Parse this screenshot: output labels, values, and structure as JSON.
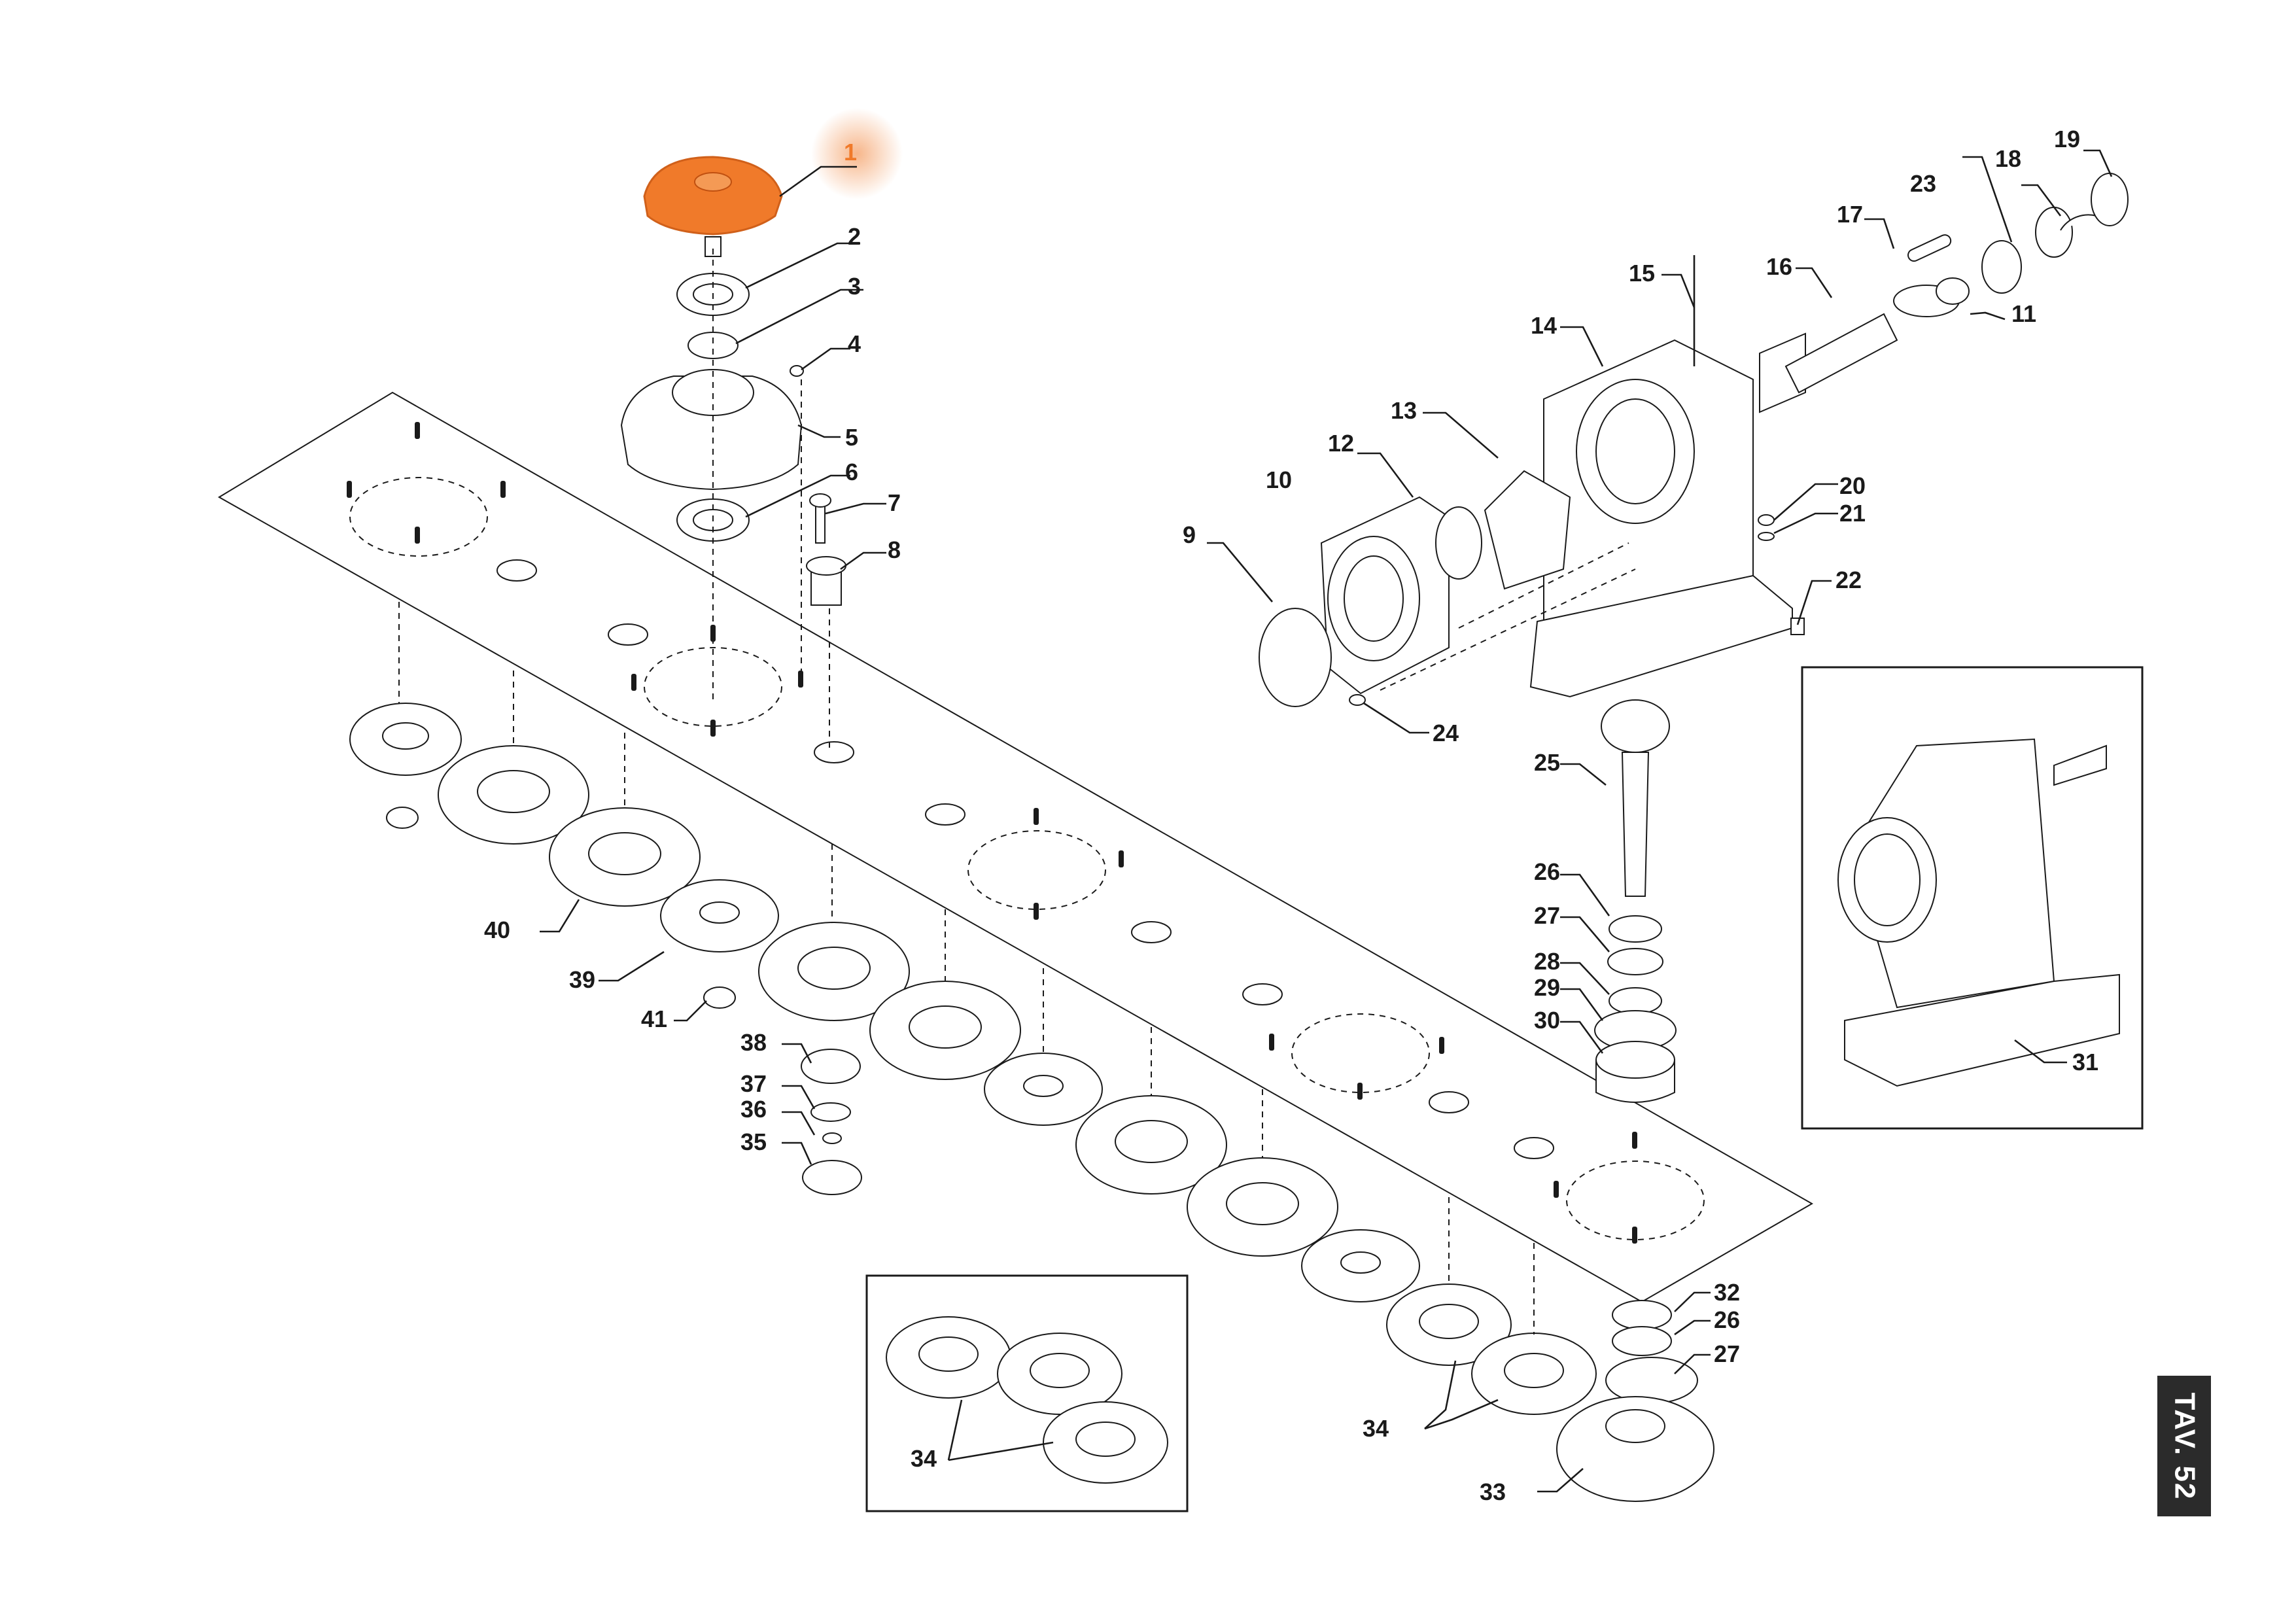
{
  "sheet": {
    "page_tag": "TAV. 52",
    "highlight_color": "#f07a2a",
    "line_color": "#1a1a1a",
    "highlighted_part": "1"
  },
  "callouts": [
    {
      "id": "c1",
      "text": "1",
      "highlight": true
    },
    {
      "id": "c2",
      "text": "2"
    },
    {
      "id": "c3",
      "text": "3"
    },
    {
      "id": "c4",
      "text": "4"
    },
    {
      "id": "c5",
      "text": "5"
    },
    {
      "id": "c6",
      "text": "6"
    },
    {
      "id": "c7",
      "text": "7"
    },
    {
      "id": "c8",
      "text": "8"
    },
    {
      "id": "c9",
      "text": "9"
    },
    {
      "id": "c10",
      "text": "10"
    },
    {
      "id": "c11",
      "text": "11"
    },
    {
      "id": "c12",
      "text": "12"
    },
    {
      "id": "c13",
      "text": "13"
    },
    {
      "id": "c14",
      "text": "14"
    },
    {
      "id": "c15",
      "text": "15"
    },
    {
      "id": "c16",
      "text": "16"
    },
    {
      "id": "c17",
      "text": "17"
    },
    {
      "id": "c18",
      "text": "18"
    },
    {
      "id": "c19",
      "text": "19"
    },
    {
      "id": "c20",
      "text": "20"
    },
    {
      "id": "c21",
      "text": "21"
    },
    {
      "id": "c22",
      "text": "22"
    },
    {
      "id": "c23",
      "text": "23"
    },
    {
      "id": "c24",
      "text": "24"
    },
    {
      "id": "c25",
      "text": "25"
    },
    {
      "id": "c26a",
      "text": "26"
    },
    {
      "id": "c27a",
      "text": "27"
    },
    {
      "id": "c28",
      "text": "28"
    },
    {
      "id": "c29",
      "text": "29"
    },
    {
      "id": "c30",
      "text": "30"
    },
    {
      "id": "c31",
      "text": "31"
    },
    {
      "id": "c32",
      "text": "32"
    },
    {
      "id": "c26b",
      "text": "26"
    },
    {
      "id": "c27b",
      "text": "27"
    },
    {
      "id": "c33",
      "text": "33"
    },
    {
      "id": "c34a",
      "text": "34"
    },
    {
      "id": "c34b",
      "text": "34"
    },
    {
      "id": "c35",
      "text": "35"
    },
    {
      "id": "c36",
      "text": "36"
    },
    {
      "id": "c37",
      "text": "37"
    },
    {
      "id": "c38",
      "text": "38"
    },
    {
      "id": "c39",
      "text": "39"
    },
    {
      "id": "c40",
      "text": "40"
    },
    {
      "id": "c41",
      "text": "41"
    }
  ]
}
